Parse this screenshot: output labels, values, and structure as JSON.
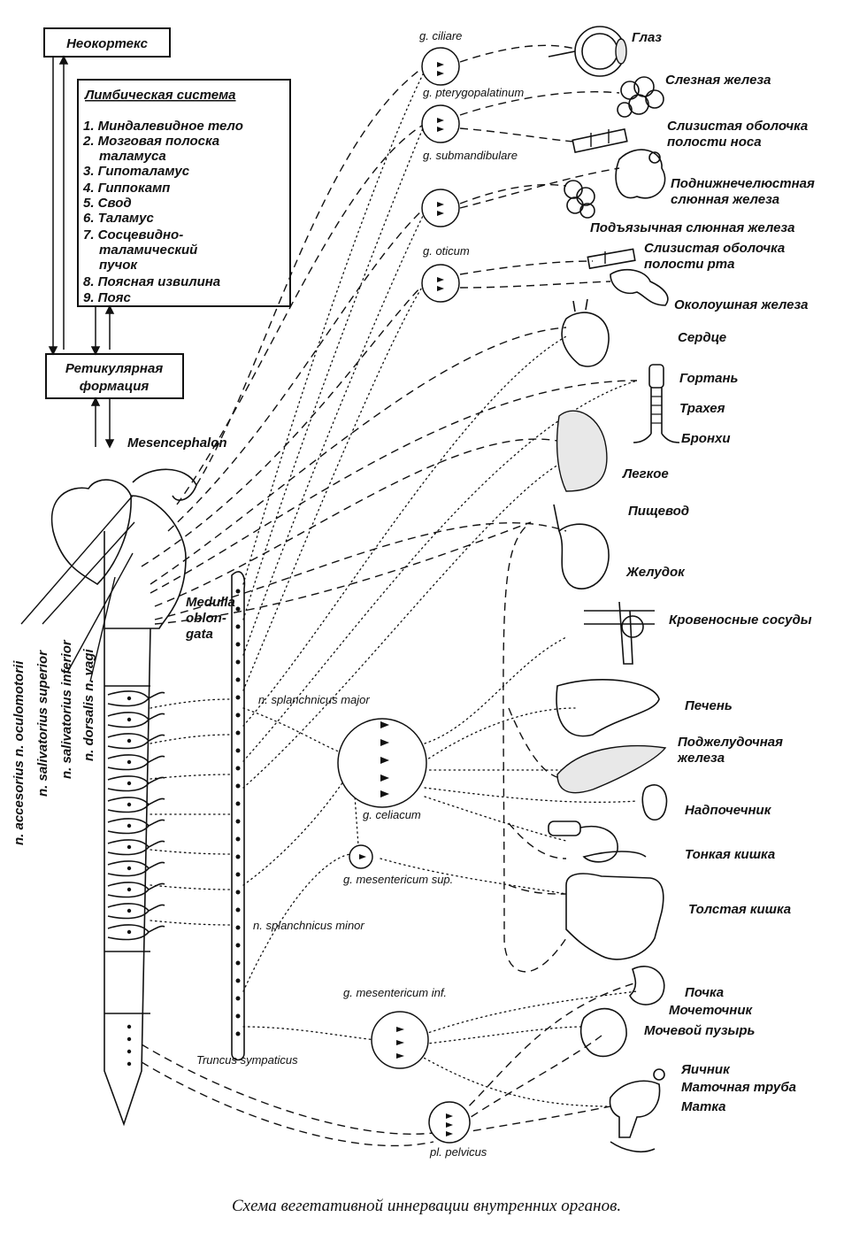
{
  "boxes": {
    "neocortex": "Неокортекс",
    "limbic_title": "Лимбическая система",
    "limbic_items": [
      "1. Миндалевидное тело",
      "2. Мозговая полоска",
      "таламуса",
      "3. Гипоталамус",
      "4. Гиппокамп",
      "5. Свод",
      "6. Таламус",
      "7. Сосцевидно-",
      "таламический",
      "пучок",
      "8. Поясная извилина",
      "9. Пояс"
    ],
    "reticular_line1": "Ретикулярная",
    "reticular_line2": "формация"
  },
  "brain_labels": {
    "mesencephalon": "Mesencephalon",
    "medulla1": "Medulla",
    "medulla2": "oblon-",
    "medulla3": "gata",
    "nucleus1": "n. accesorius n. oculomotorii",
    "nucleus2": "n. salivatorius superior",
    "nucleus3": "n. salivatorius inferior",
    "nucleus4": "n. dorsalis n. vagi"
  },
  "ganglia": {
    "ciliare": "g. ciliare",
    "pterygo": "g. pterygopalatinum",
    "submand": "g. submandibulare",
    "oticum": "g. oticum",
    "splanch_major": "n. splanchnicus major",
    "celiacum": "g. celiacum",
    "mes_sup": "g. mesentericum sup.",
    "splanch_minor": "n. splanchnicus minor",
    "mes_inf": "g. mesentericum inf.",
    "truncus": "Truncus sympaticus",
    "pelvicus": "pl. pelvicus"
  },
  "organs": {
    "eye": "Глаз",
    "lacrimal": "Слезная железа",
    "nose1": "Слизистая оболочка",
    "nose2": "полости носа",
    "submand1": "Поднижнечелюстная",
    "submand2": "слюнная железа",
    "sublingual": "Подъязычная слюнная железа",
    "mouth1": "Слизистая оболочка",
    "mouth2": "полости рта",
    "parotid": "Околоушная железа",
    "heart": "Сердце",
    "larynx": "Гортань",
    "trachea": "Трахея",
    "bronchi": "Бронхи",
    "lung": "Легкое",
    "esophagus": "Пищевод",
    "stomach": "Желудок",
    "vessels": "Кровеносные сосуды",
    "liver": "Печень",
    "pancreas1": "Поджелудочная",
    "pancreas2": "железа",
    "adrenal": "Надпочечник",
    "small_int": "Тонкая кишка",
    "large_int": "Толстая кишка",
    "kidney": "Почка",
    "ureter": "Мочеточник",
    "bladder": "Мочевой пузырь",
    "ovary": "Яичник",
    "tube": "Маточная труба",
    "uterus": "Матка"
  },
  "caption": "Схема вегетативной иннервации внутренних органов."
}
